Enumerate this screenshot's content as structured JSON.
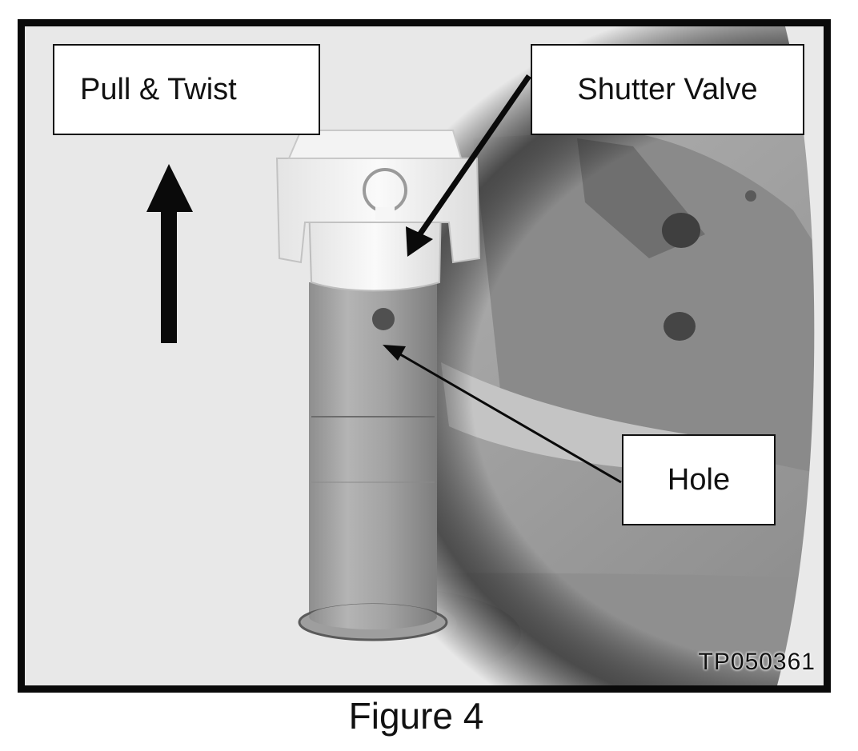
{
  "figure": {
    "callouts": {
      "pull_twist": "Pull & Twist",
      "shutter_valve": "Shutter Valve",
      "hole": "Hole"
    },
    "image_code": "TP050361",
    "caption": "Figure 4"
  }
}
